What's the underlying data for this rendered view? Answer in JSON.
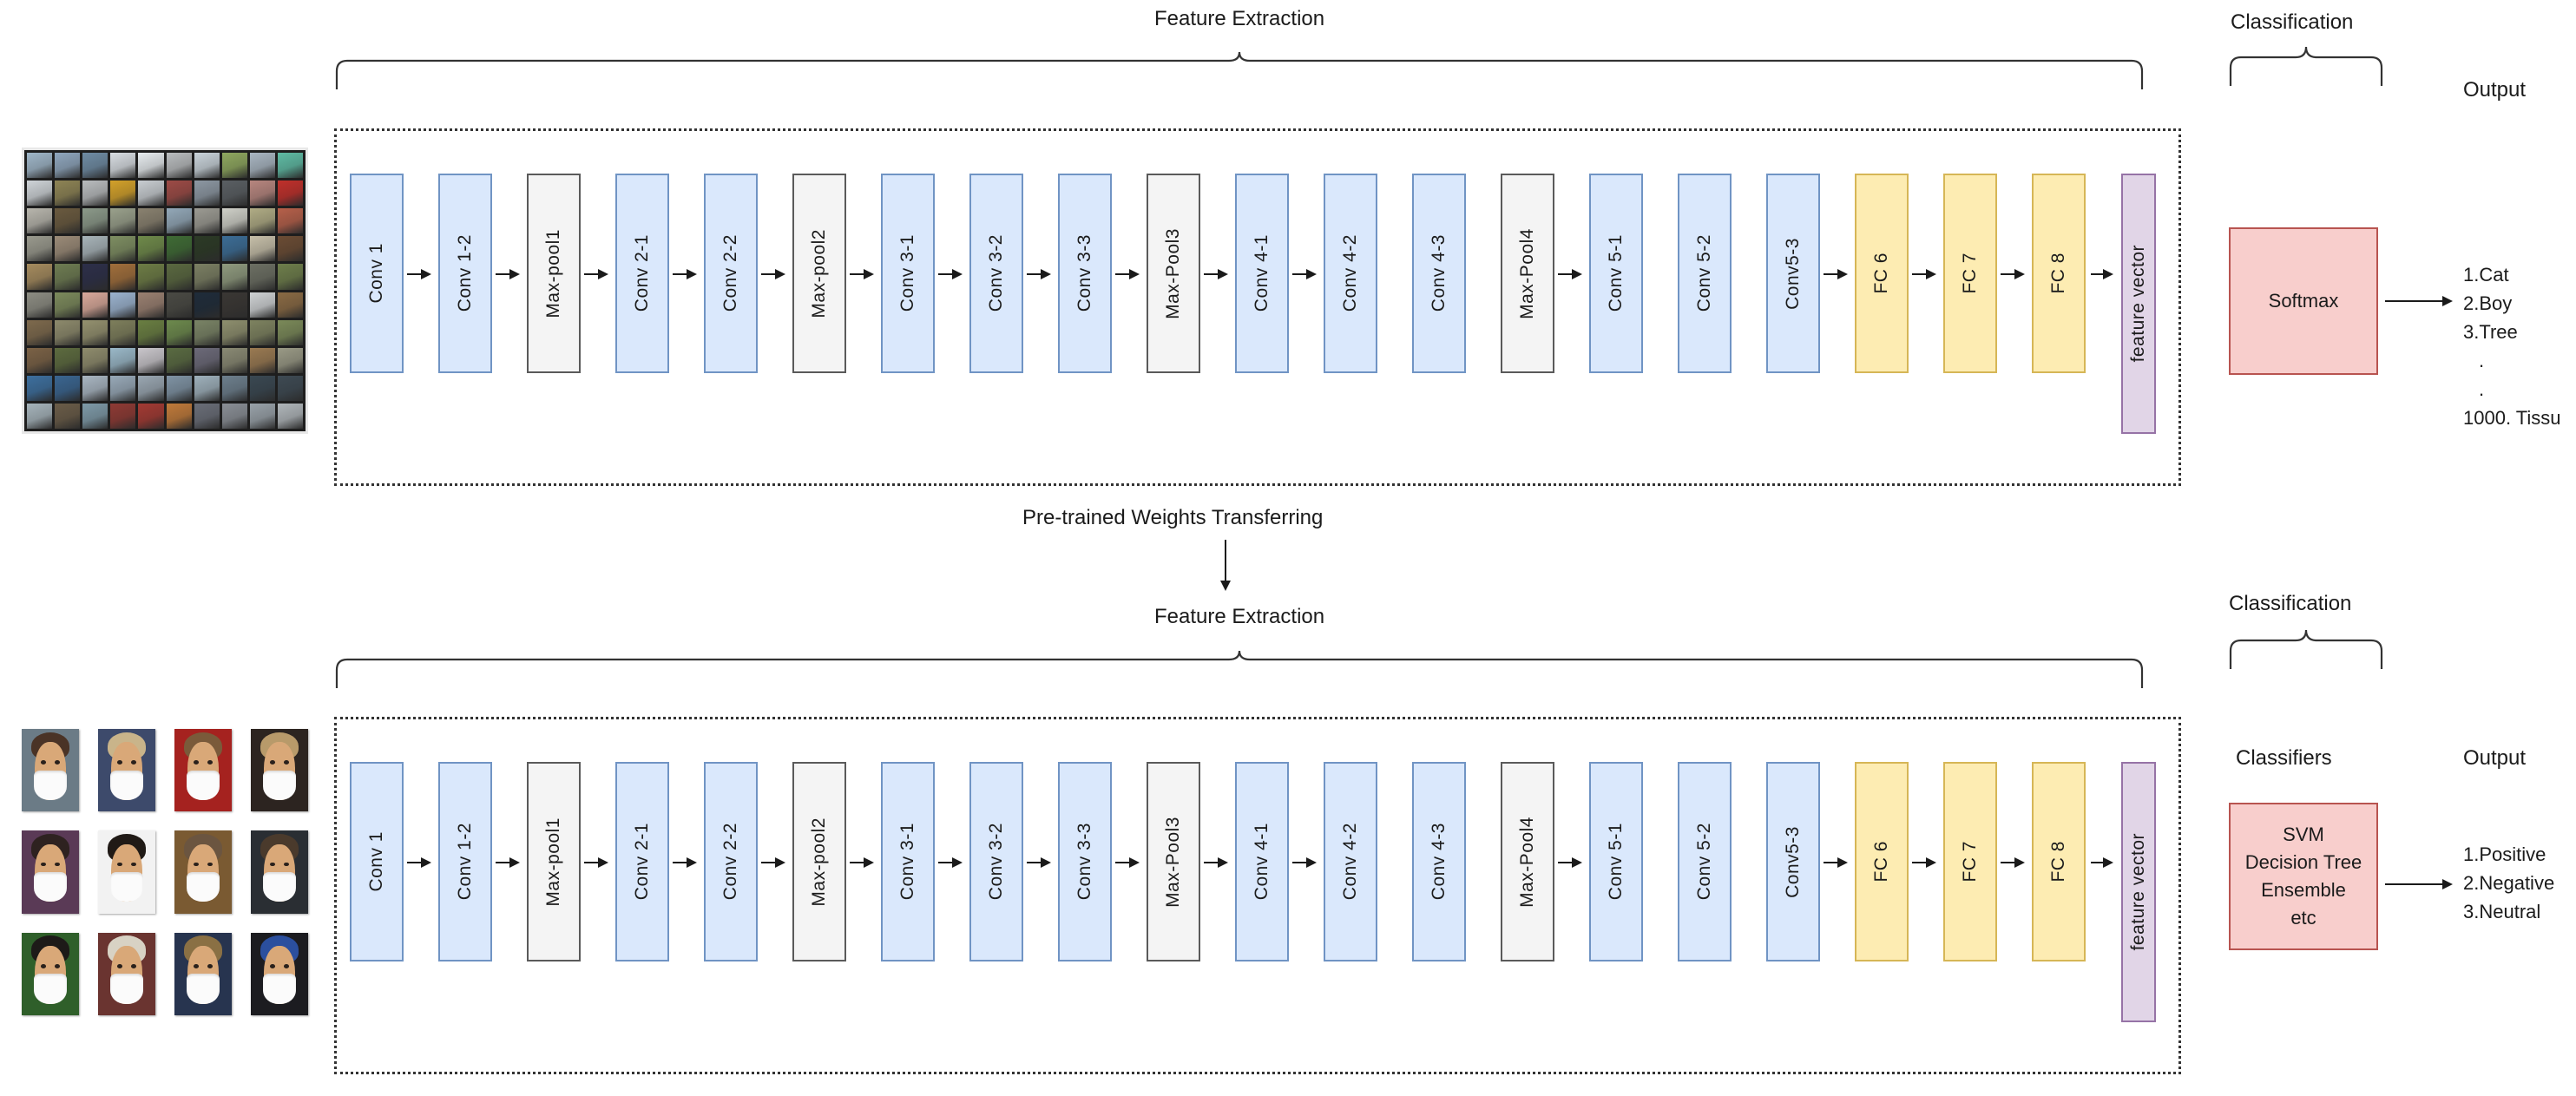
{
  "top_pipeline": {
    "feature_extraction_label": "Feature Extraction",
    "classification_label": "Classification",
    "output_label": "Output",
    "layers": [
      {
        "name": "Conv 1",
        "type": "conv"
      },
      {
        "name": "Conv 1-2",
        "type": "conv"
      },
      {
        "name": "Max-pool1",
        "type": "pool"
      },
      {
        "name": "Conv 2-1",
        "type": "conv"
      },
      {
        "name": "Conv 2-2",
        "type": "conv"
      },
      {
        "name": "Max-pool2",
        "type": "pool"
      },
      {
        "name": "Conv 3-1",
        "type": "conv"
      },
      {
        "name": "Conv 3-2",
        "type": "conv"
      },
      {
        "name": "Conv 3-3",
        "type": "conv"
      },
      {
        "name": "Max-Pool3",
        "type": "pool"
      },
      {
        "name": "Conv 4-1",
        "type": "conv"
      },
      {
        "name": "Conv 4-2",
        "type": "conv"
      },
      {
        "name": "Conv 4-3",
        "type": "conv"
      },
      {
        "name": "Max-Pool4",
        "type": "pool"
      },
      {
        "name": "Conv 5-1",
        "type": "conv"
      },
      {
        "name": "Conv 5-2",
        "type": "conv"
      },
      {
        "name": "Conv5-3",
        "type": "conv"
      },
      {
        "name": "FC 6",
        "type": "fc"
      },
      {
        "name": "FC 7",
        "type": "fc"
      },
      {
        "name": "FC 8",
        "type": "fc"
      }
    ],
    "feature_vector_label": "feature vector",
    "classifier_box": "Softmax",
    "outputs": [
      "1.Cat",
      "2.Boy",
      "3.Tree",
      ".",
      ".",
      "1000. Tissu"
    ]
  },
  "transfer": {
    "label": "Pre-trained Weights Transferring"
  },
  "bottom_pipeline": {
    "feature_extraction_label": "Feature Extraction",
    "classification_label": "Classification",
    "classifiers_label": "Classifiers",
    "output_label": "Output",
    "layers": [
      {
        "name": "Conv 1",
        "type": "conv"
      },
      {
        "name": "Conv 1-2",
        "type": "conv"
      },
      {
        "name": "Max-pool1",
        "type": "pool"
      },
      {
        "name": "Conv 2-1",
        "type": "conv"
      },
      {
        "name": "Conv 2-2",
        "type": "conv"
      },
      {
        "name": "Max-pool2",
        "type": "pool"
      },
      {
        "name": "Conv 3-1",
        "type": "conv"
      },
      {
        "name": "Conv 3-2",
        "type": "conv"
      },
      {
        "name": "Conv 3-3",
        "type": "conv"
      },
      {
        "name": "Max-Pool3",
        "type": "pool"
      },
      {
        "name": "Conv 4-1",
        "type": "conv"
      },
      {
        "name": "Conv 4-2",
        "type": "conv"
      },
      {
        "name": "Conv 4-3",
        "type": "conv"
      },
      {
        "name": "Max-Pool4",
        "type": "pool"
      },
      {
        "name": "Conv 5-1",
        "type": "conv"
      },
      {
        "name": "Conv 5-2",
        "type": "conv"
      },
      {
        "name": "Conv5-3",
        "type": "conv"
      },
      {
        "name": "FC 6",
        "type": "fc"
      },
      {
        "name": "FC 7",
        "type": "fc"
      },
      {
        "name": "FC 8",
        "type": "fc"
      }
    ],
    "feature_vector_label": "feature vector",
    "classifier_box_lines": [
      "SVM",
      "Decision Tree",
      "Ensemble",
      "etc"
    ],
    "outputs": [
      "1.Positive",
      "2.Negative",
      "3.Neutral"
    ]
  },
  "colors": {
    "conv": "#dae8fc",
    "conv_border": "#7094c4",
    "pool": "#f4f4f4",
    "pool_border": "#5a5a5a",
    "fc": "#fdecb2",
    "fc_border": "#d6b656",
    "feature_vector": "#e1d5e7",
    "feature_vector_border": "#9673a6",
    "classifier": "#f8cecc",
    "classifier_border": "#b85450",
    "line": "#1a1a1a"
  },
  "input_images": {
    "top_dataset_caption": "",
    "top_grid_rows": 10,
    "top_grid_cols": 10,
    "top_grid_colors": [
      [
        "#9fb6c8",
        "#8fa6bd",
        "#6f8ca4",
        "#d8dde2",
        "#e7ecef",
        "#b9bcbe",
        "#c9d3da",
        "#8fa85f",
        "#a9b6c2",
        "#5fbba4"
      ],
      [
        "#cfd4d8",
        "#8e8455",
        "#b9bcbe",
        "#d3a12a",
        "#c8cdd1",
        "#9d4b46",
        "#8d98a3",
        "#5a5f63",
        "#b7867f",
        "#c0302b"
      ],
      [
        "#b8b6ad",
        "#6a5a3f",
        "#8c9a8a",
        "#9aa18c",
        "#8a8270",
        "#93a8b8",
        "#9c9b93",
        "#cfd0c8",
        "#b0ac85",
        "#b6604a"
      ],
      [
        "#9a9a8e",
        "#9b8b78",
        "#a8b4b9",
        "#7e8e62",
        "#6f8a4a",
        "#3f6b35",
        "#2c3a26",
        "#3c6d96",
        "#c6bfa9",
        "#6b4c34"
      ],
      [
        "#a58b5e",
        "#6e7c52",
        "#2d2f49",
        "#a06e3b",
        "#6d7c45",
        "#5a6840",
        "#7b7f63",
        "#8f9a7e",
        "#6c6f63",
        "#6e7e4b"
      ],
      [
        "#8d8d83",
        "#7c8a5c",
        "#d9a99a",
        "#9bb3cf",
        "#9a8071",
        "#4a4a44",
        "#1f2c3a",
        "#3a3734",
        "#cfd2d4",
        "#8a6a44"
      ],
      [
        "#7e6a4d",
        "#8d8a6c",
        "#94916f",
        "#7e7f5c",
        "#6a7f42",
        "#6d8a4d",
        "#7a8466",
        "#8e8f6e",
        "#7e8360",
        "#7b8a59"
      ],
      [
        "#7b6246",
        "#5d6b3f",
        "#8f8c6d",
        "#9ab8c8",
        "#c9c6cb",
        "#5a6b42",
        "#6c6a79",
        "#8a8a74",
        "#9a7a52",
        "#9a9a86"
      ],
      [
        "#3d6f9e",
        "#3a6590",
        "#a9b6c2",
        "#98a9b8",
        "#9aa7b2",
        "#7f93a4",
        "#9eb0bb",
        "#6d7f8d",
        "#3a4852",
        "#3e4a53"
      ],
      [
        "#a6b4bb",
        "#6a5c48",
        "#7e9aa8",
        "#8e3a34",
        "#a33a33",
        "#c07a3a",
        "#6a6e78",
        "#8a8f96",
        "#99a2a9",
        "#b0b6ba"
      ]
    ],
    "bottom_grid_rows": 3,
    "bottom_grid_cols": 4,
    "bottom_faces": [
      {
        "bg": "#6b7b86",
        "hair": "#4a3326"
      },
      {
        "bg": "#3d4a6b",
        "hair": "#c9b48a"
      },
      {
        "bg": "#a5221f",
        "hair": "#7a5a3a"
      },
      {
        "bg": "#2c2420",
        "hair": "#b89a6a"
      },
      {
        "bg": "#5a3a56",
        "hair": "#2e2220"
      },
      {
        "bg": "#f2f2f2",
        "hair": "#201a16"
      },
      {
        "bg": "#7a5a32",
        "hair": "#6b5540"
      },
      {
        "bg": "#2a2e33",
        "hair": "#4a3a2c"
      },
      {
        "bg": "#2f5f2a",
        "hair": "#1d1a18"
      },
      {
        "bg": "#6a3430",
        "hair": "#d8d2c4"
      },
      {
        "bg": "#27344f",
        "hair": "#8a7044"
      },
      {
        "bg": "#1c1c20",
        "hair": "#2b4f9e"
      }
    ]
  }
}
